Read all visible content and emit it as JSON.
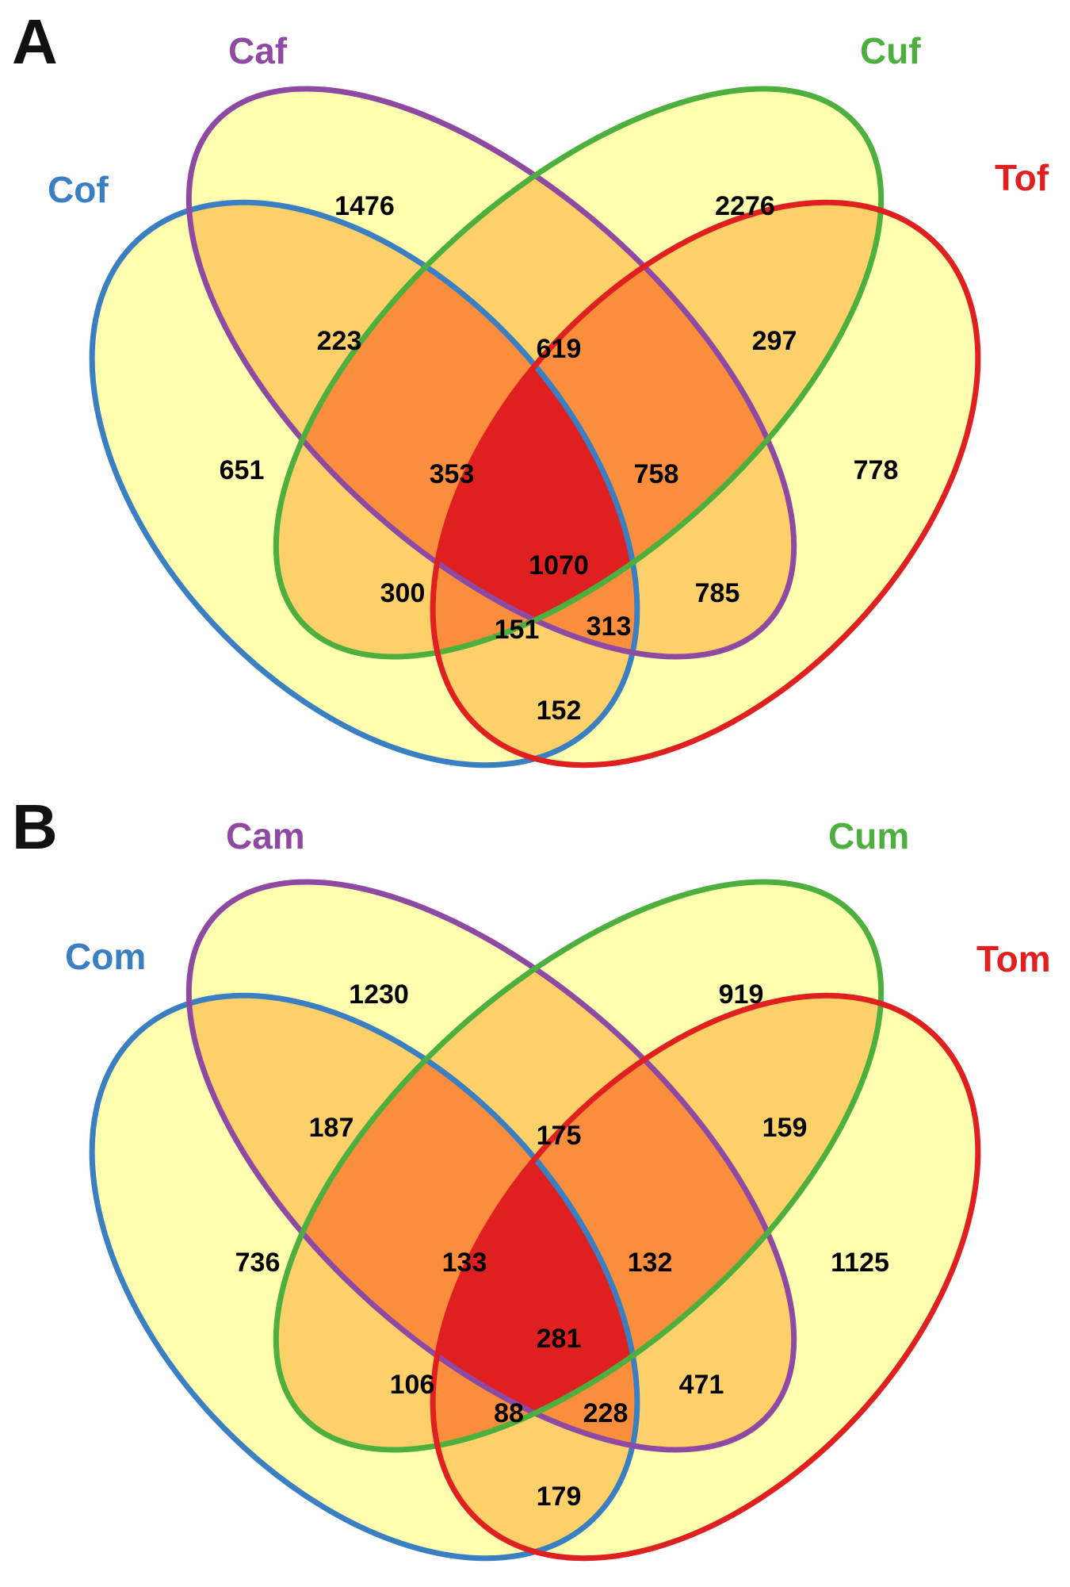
{
  "colors": {
    "cof_outline": "#3a7fc1",
    "caf_outline": "#8e4aa3",
    "cuf_outline": "#4caf3e",
    "tof_outline": "#e02020",
    "one_set_fill": "#ffffb0",
    "two_set_fill": "#fdd06a",
    "three_set_fill": "#fb8e3c",
    "four_set_fill": "#e02020"
  },
  "panels": [
    {
      "letter": "A",
      "sets": [
        "Cof",
        "Caf",
        "Cuf",
        "Tof"
      ],
      "counts": {
        "cof_only": "651",
        "caf_only": "1476",
        "cuf_only": "2276",
        "tof_only": "778",
        "cof_caf": "223",
        "caf_cuf": "619",
        "cuf_tof": "297",
        "cof_caf_cuf": "353",
        "caf_cuf_tof": "758",
        "all_four": "1070",
        "cof_cuf": "300",
        "caf_tof": "785",
        "cof_cuf_tof": "151",
        "cof_caf_tof": "313",
        "cof_tof": "152"
      }
    },
    {
      "letter": "B",
      "sets": [
        "Com",
        "Cam",
        "Cum",
        "Tom"
      ],
      "counts": {
        "cof_only": "736",
        "caf_only": "1230",
        "cuf_only": "919",
        "tof_only": "1125",
        "cof_caf": "187",
        "caf_cuf": "175",
        "cuf_tof": "159",
        "cof_caf_cuf": "133",
        "caf_cuf_tof": "132",
        "all_four": "281",
        "cof_cuf": "106",
        "caf_tof": "471",
        "cof_cuf_tof": "88",
        "cof_caf_tof": "228",
        "cof_tof": "179"
      }
    }
  ]
}
